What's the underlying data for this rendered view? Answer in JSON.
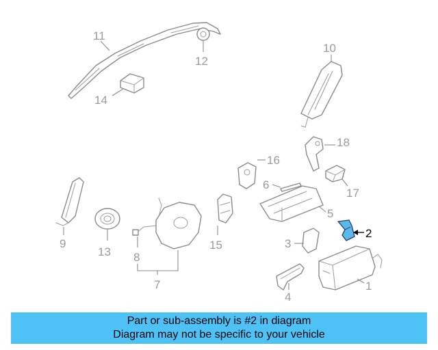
{
  "diagram": {
    "callouts": [
      {
        "id": "1",
        "label": "1"
      },
      {
        "id": "2",
        "label": "2",
        "highlighted": true
      },
      {
        "id": "3",
        "label": "3"
      },
      {
        "id": "4",
        "label": "4"
      },
      {
        "id": "5",
        "label": "5"
      },
      {
        "id": "6",
        "label": "6"
      },
      {
        "id": "7",
        "label": "7"
      },
      {
        "id": "8",
        "label": "8"
      },
      {
        "id": "9",
        "label": "9"
      },
      {
        "id": "10",
        "label": "10"
      },
      {
        "id": "11",
        "label": "11"
      },
      {
        "id": "12",
        "label": "12"
      },
      {
        "id": "13",
        "label": "13"
      },
      {
        "id": "14",
        "label": "14"
      },
      {
        "id": "15",
        "label": "15"
      },
      {
        "id": "16",
        "label": "16"
      },
      {
        "id": "17",
        "label": "17"
      },
      {
        "id": "18",
        "label": "18"
      }
    ],
    "highlight_color": "#5ab9e8",
    "line_color": "#8a8a8a"
  },
  "banner": {
    "line1": "Part or sub-assembly is #2 in diagram",
    "line2": "Diagram may not be specific to your vehicle",
    "background": "#4ec2f7"
  }
}
